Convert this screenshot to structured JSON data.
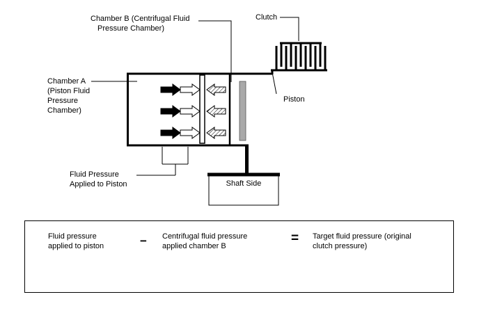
{
  "labels": {
    "chamber_b": [
      "Chamber B (Centrifugal Fluid",
      "Pressure Chamber)"
    ],
    "clutch": "Clutch",
    "chamber_a": [
      "Chamber A",
      "(Piston Fluid",
      "Pressure",
      "Chamber)"
    ],
    "piston": "Piston",
    "fluid_pressure": [
      "Fluid Pressure",
      "Applied to Piston"
    ],
    "shaft_side": "Shaft Side"
  },
  "equation": {
    "term1": [
      "Fluid pressure",
      "applied to piston"
    ],
    "minus_sign": "−",
    "term2": [
      "Centrifugal fluid pressure",
      "applied chamber B"
    ],
    "equals_sign": "=",
    "term3": [
      "Target fluid pressure (original",
      "clutch pressure)"
    ]
  },
  "colors": {
    "line": "#000000",
    "piston_plate_fill": "#a9a9a9",
    "background": "#ffffff"
  }
}
